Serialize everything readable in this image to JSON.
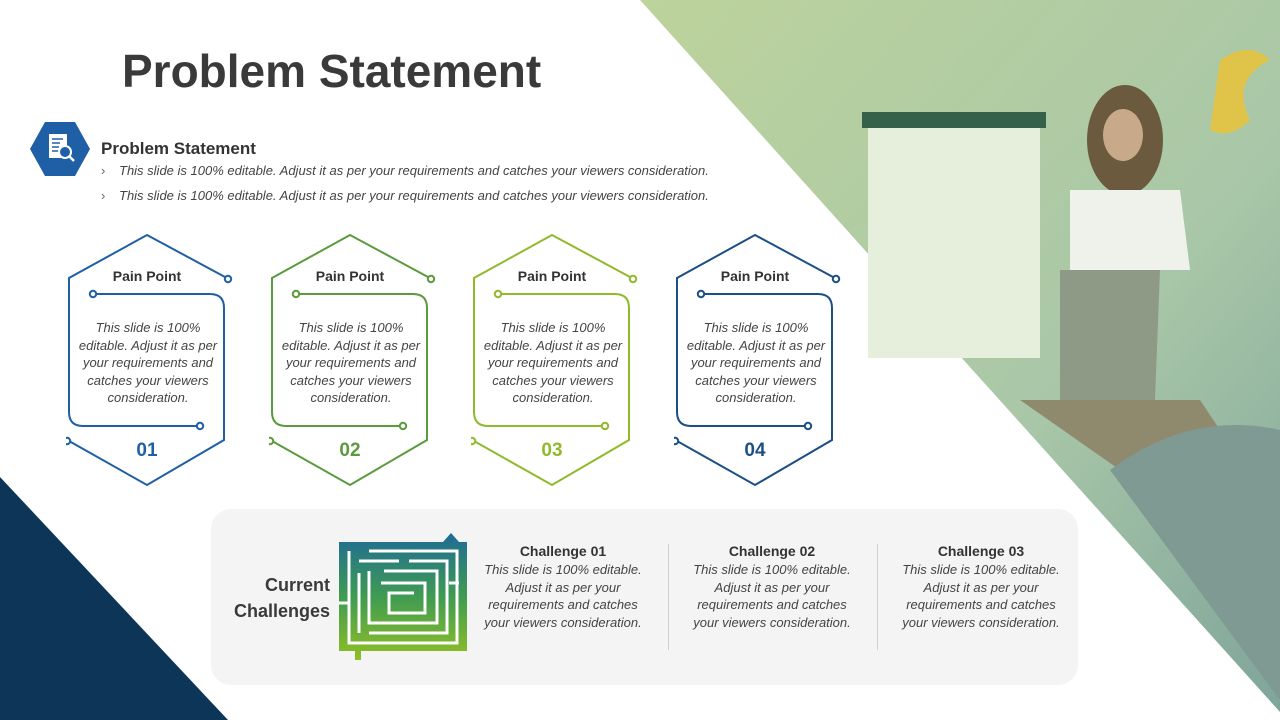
{
  "title": "Problem Statement",
  "problem_statement": {
    "icon": "document-search-icon",
    "heading": "Problem Statement",
    "bullets": [
      "This slide is 100%  editable. Adjust it as per your requirements and catches your viewers consideration.",
      "This slide is 100%  editable. Adjust it as per your requirements and catches your viewers consideration."
    ],
    "bullet_glyph": "›"
  },
  "pain_points": [
    {
      "label": "Pain Point",
      "text": "This slide is 100% editable. Adjust it as per your requirements and catches your viewers consideration.",
      "number": "01",
      "color": "#1f5fa6"
    },
    {
      "label": "Pain Point",
      "text": "This slide is 100% editable. Adjust it as per your requirements and catches your viewers consideration.",
      "number": "02",
      "color": "#5b9a3d"
    },
    {
      "label": "Pain Point",
      "text": "This slide is 100% editable. Adjust it as per your requirements and catches your viewers consideration.",
      "number": "03",
      "color": "#8fba2a"
    },
    {
      "label": "Pain Point",
      "text": "This slide is 100% editable. Adjust it as per your requirements and catches your viewers consideration.",
      "number": "04",
      "color": "#1b4f86"
    }
  ],
  "challenges": {
    "heading": "Current Challenges",
    "icon": "maze-icon",
    "items": [
      {
        "title": "Challenge 01",
        "text": "This slide is 100% editable. Adjust it as per your requirements and catches your viewers consideration."
      },
      {
        "title": "Challenge 02",
        "text": "This slide is 100% editable. Adjust it as per your requirements and catches your viewers consideration."
      },
      {
        "title": "Challenge 03",
        "text": "This slide is 100% editable. Adjust it as per your requirements and catches your viewers consideration."
      }
    ]
  },
  "colors": {
    "navy": "#0d3557",
    "photo_tint": "#b9cf98",
    "blue": "#1f5fa6"
  }
}
